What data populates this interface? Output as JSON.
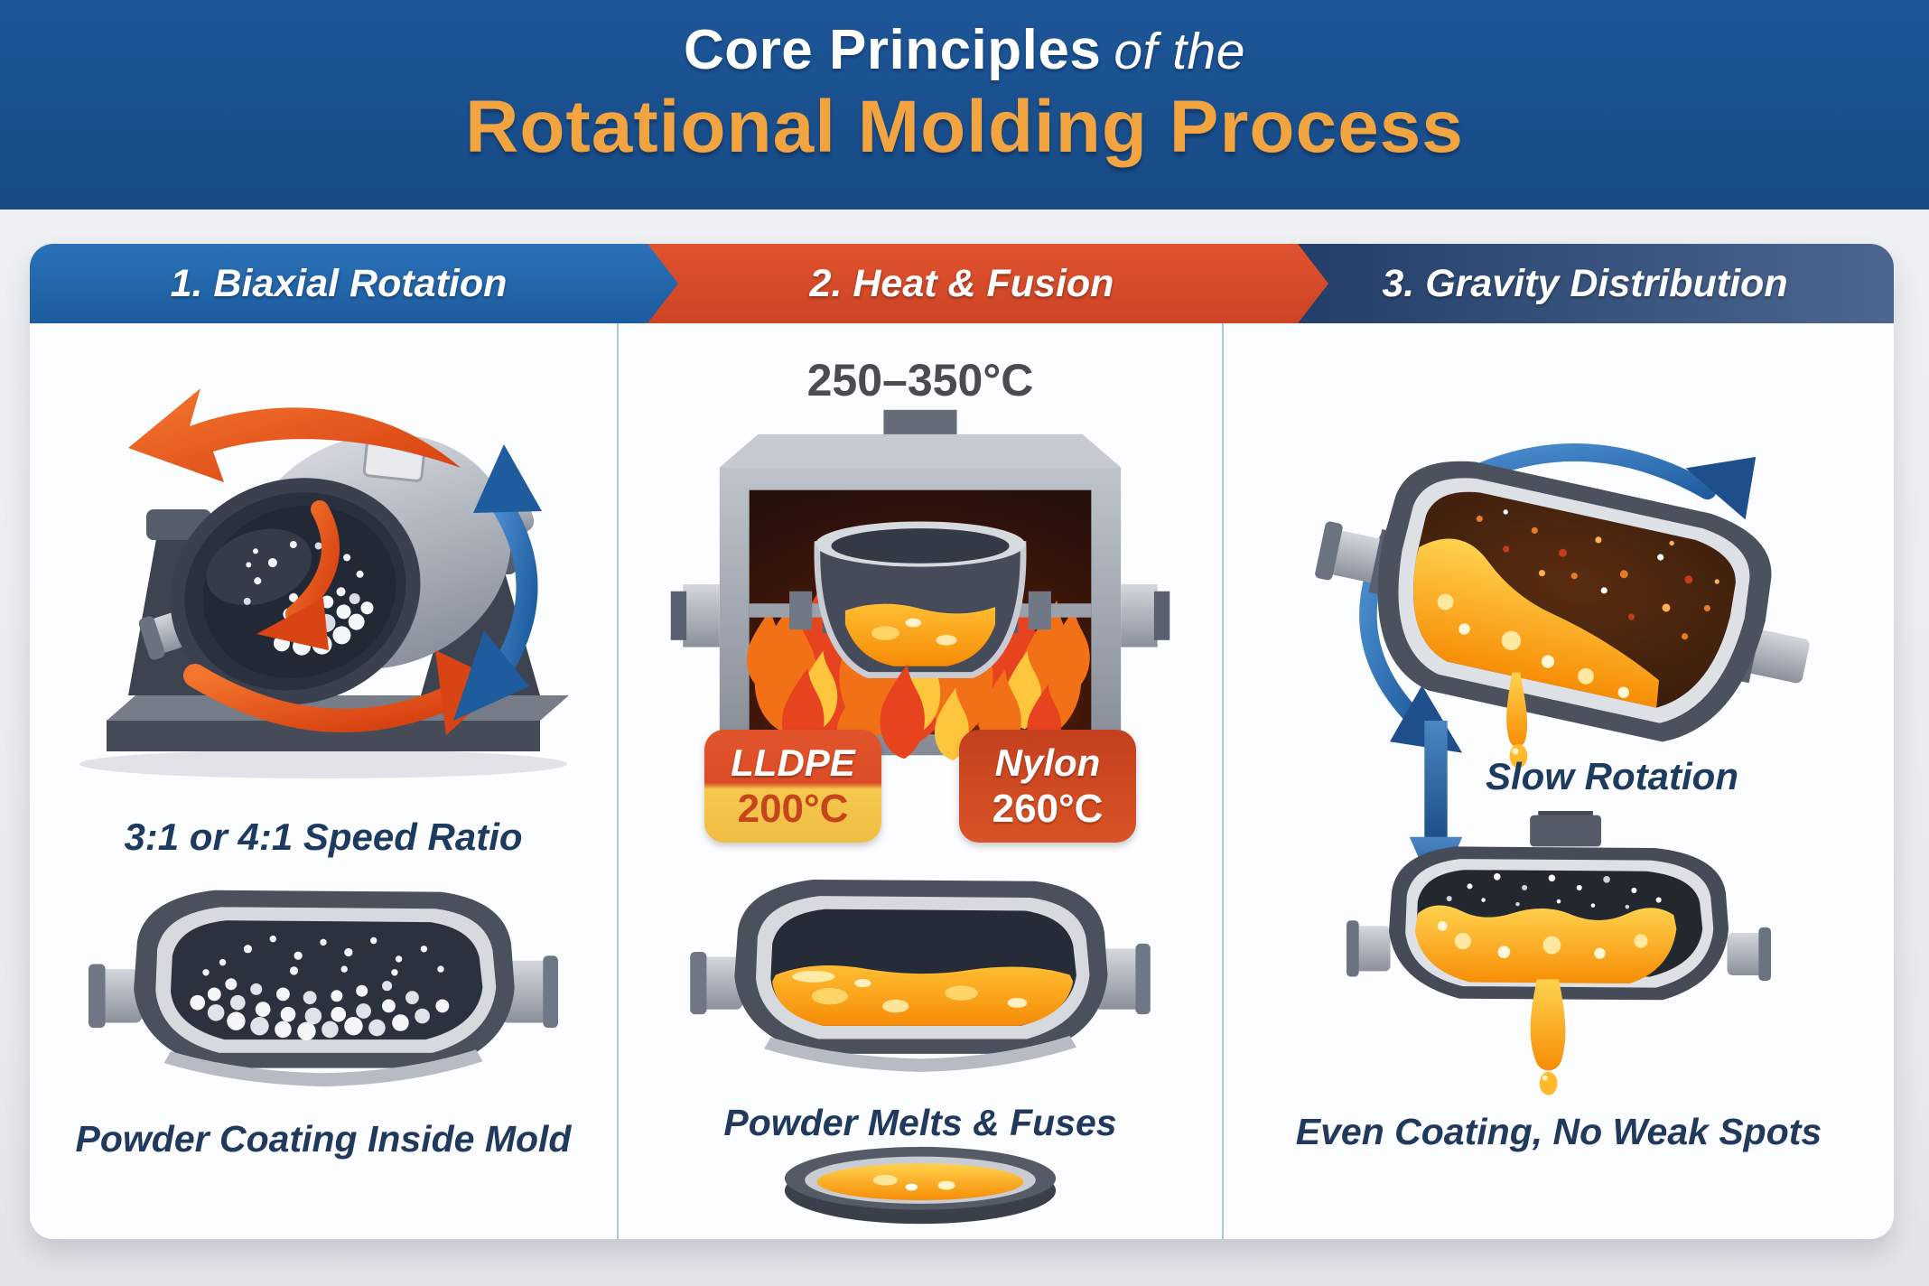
{
  "banner": {
    "title_line1_bold": "Core Principles",
    "title_line1_light": "of the",
    "title_line2": "Rotational Molding Process"
  },
  "columns": [
    {
      "header": "1. Biaxial Rotation",
      "speed_ratio": "3:1 or 4:1 Speed Ratio",
      "caption": "Powder Coating Inside Mold"
    },
    {
      "header": "2. Heat & Fusion",
      "temperature_range": "250–350°C",
      "badges": [
        {
          "material": "LLDPE",
          "temp": "200°C"
        },
        {
          "material": "Nylon",
          "temp": "260°C"
        }
      ],
      "caption": "Powder Melts & Fuses"
    },
    {
      "header": "3. Gravity Distribution",
      "rotation_label": "Slow Rotation",
      "caption": "Even Coating, No Weak Spots"
    }
  ],
  "colors": {
    "banner_bg": "#1a5192",
    "title_accent": "#f2a440",
    "header1_bg": "#2168ae",
    "header2_bg": "#d8482a",
    "header3_bg": "#24406b",
    "label_text": "#21395c",
    "temperature_text": "#4b4c50",
    "molten_polymer": "#f79308",
    "arrow_orange": "#e0501f",
    "arrow_blue": "#2a6cb0",
    "panel_bg": "#fcfdfe"
  }
}
